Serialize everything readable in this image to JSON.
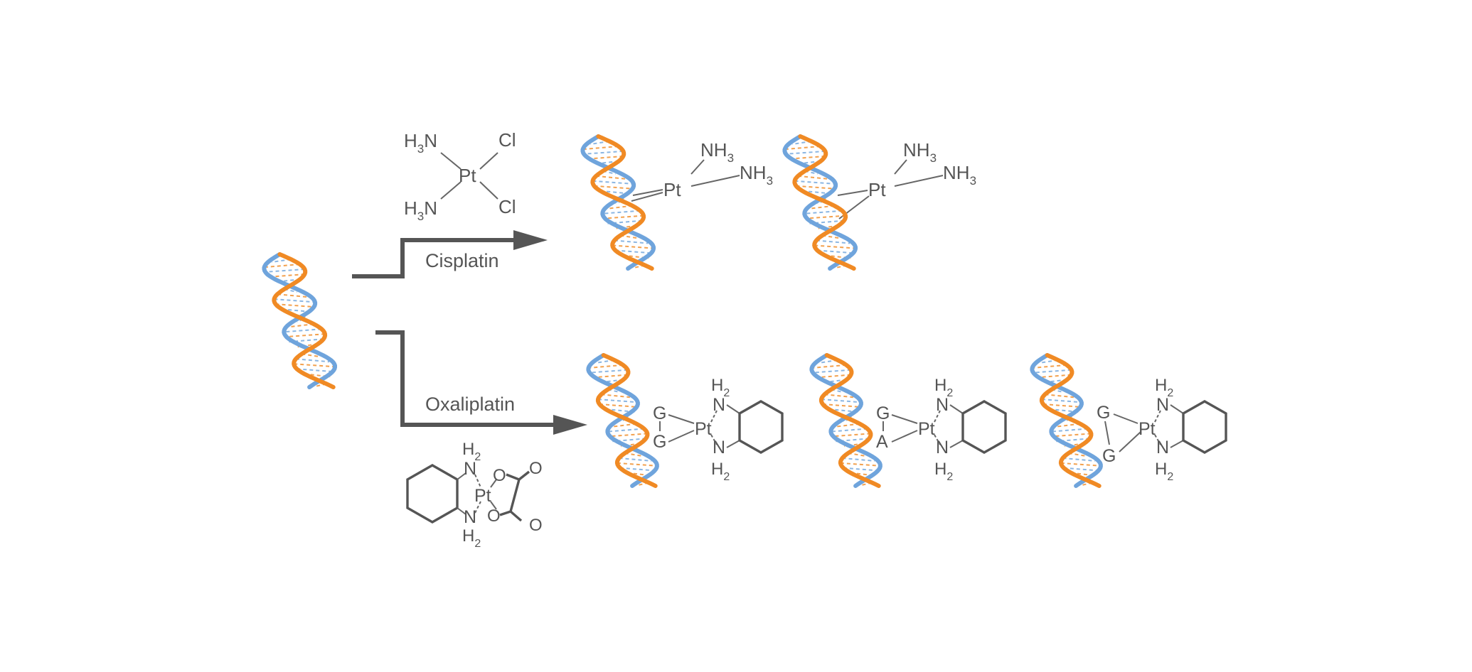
{
  "colors": {
    "strand_blue": "#6fa4dc",
    "strand_orange": "#f08a24",
    "text": "#555555",
    "arrow": "#555555"
  },
  "labels": {
    "cisplatin": "Cisplatin",
    "oxaliplatin": "Oxaliplatin"
  },
  "atoms": {
    "pt": "Pt",
    "n": "N",
    "h": "H",
    "cl": "Cl",
    "o": "O",
    "g": "G",
    "a": "A",
    "sub2": "2",
    "sub3": "3"
  },
  "icons": [
    "dna-helix-icon",
    "arrow-right-icon"
  ]
}
